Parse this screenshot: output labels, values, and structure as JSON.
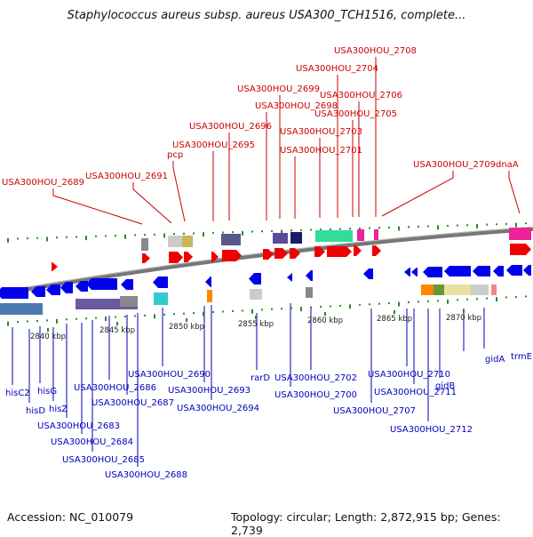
{
  "title": "Staphylococcus aureus subsp. aureus USA300_TCH1516, complete...",
  "footer": {
    "accession": "Accession: NC_010079",
    "summary": "Topology: circular; Length: 2,872,915 bp; Genes: 2,739"
  },
  "colors": {
    "forward_label": "#cc0000",
    "reverse_label": "#0000bb",
    "forward_arrow": "#ee0000",
    "reverse_arrow": "#0000ee"
  },
  "kbp_ticks": [
    "2840 kbp",
    "2845 kbp",
    "2850 kbp",
    "2855 kbp",
    "2860 kbp",
    "2865 kbp",
    "2870 kbp"
  ],
  "forward_labels": [
    "USA300HOU_2689",
    "USA300HOU_2691",
    "pcp",
    "USA300HOU_2695",
    "USA300HOU_2696",
    "USA300HOU_2698",
    "USA300HOU_2699",
    "USA300HOU_2701",
    "USA300HOU_2703",
    "USA300HOU_2704",
    "USA300HOU_2705",
    "USA300HOU_2706",
    "USA300HOU_2708",
    "USA300HOU_2709",
    "dnaA"
  ],
  "reverse_labels": [
    "hisC2",
    "hisD",
    "hisG",
    "hisZ",
    "USA300HOU_2683",
    "USA300HOU_2684",
    "USA300HOU_2685",
    "USA300HOU_2686",
    "USA300HOU_2687",
    "USA300HOU_2688",
    "USA300HOU_2690",
    "USA300HOU_2693",
    "USA300HOU_2694",
    "rarD",
    "USA300HOU_2700",
    "USA300HOU_2702",
    "USA300HOU_2707",
    "USA300HOU_2710",
    "USA300HOU_2711",
    "USA300HOU_2712",
    "gidB",
    "gidA",
    "trmE"
  ]
}
